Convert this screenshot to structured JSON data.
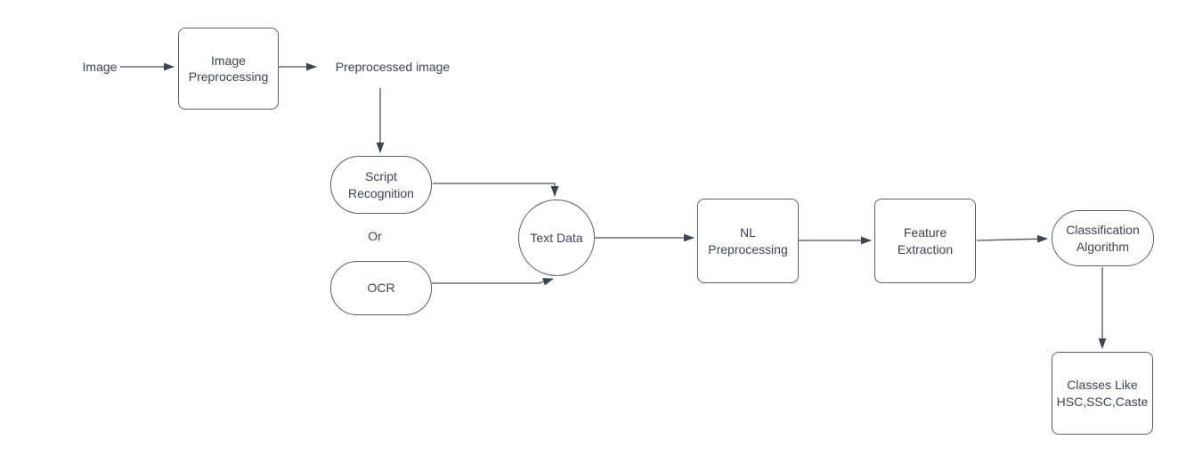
{
  "diagram": {
    "title": "Document classification pipeline flowchart",
    "background_color": "#ffffff",
    "shape_border_color": "#586068",
    "connector_color": "#4d545e",
    "text_color": "#3b4451",
    "nodes": {
      "image_label": "Image",
      "image_preprocessing": "Image\nPreprocessing",
      "preprocessed_image": "Preprocessed image",
      "script_recognition": "Script\nRecognition",
      "or_label": "Or",
      "ocr": "OCR",
      "text_data": "Text Data",
      "nl_preprocessing": "NL\nPreprocessing",
      "feature_extraction": "Feature\nExtraction",
      "classification_algorithm": "Classification\nAlgorithm",
      "output_classes": "Classes Like\nHSC,SSC,Caste"
    },
    "edges": [
      {
        "from": "Image",
        "to": "Image Preprocessing"
      },
      {
        "from": "Image Preprocessing",
        "to": "Preprocessed image"
      },
      {
        "from": "Preprocessed image",
        "to": "Script Recognition"
      },
      {
        "from": "Script Recognition",
        "to": "Text Data"
      },
      {
        "from": "OCR",
        "to": "Text Data"
      },
      {
        "from": "Text Data",
        "to": "NL Preprocessing"
      },
      {
        "from": "NL Preprocessing",
        "to": "Feature Extraction"
      },
      {
        "from": "Feature Extraction",
        "to": "Classification Algorithm"
      },
      {
        "from": "Classification Algorithm",
        "to": "Classes Like HSC,SSC,Caste"
      }
    ]
  }
}
